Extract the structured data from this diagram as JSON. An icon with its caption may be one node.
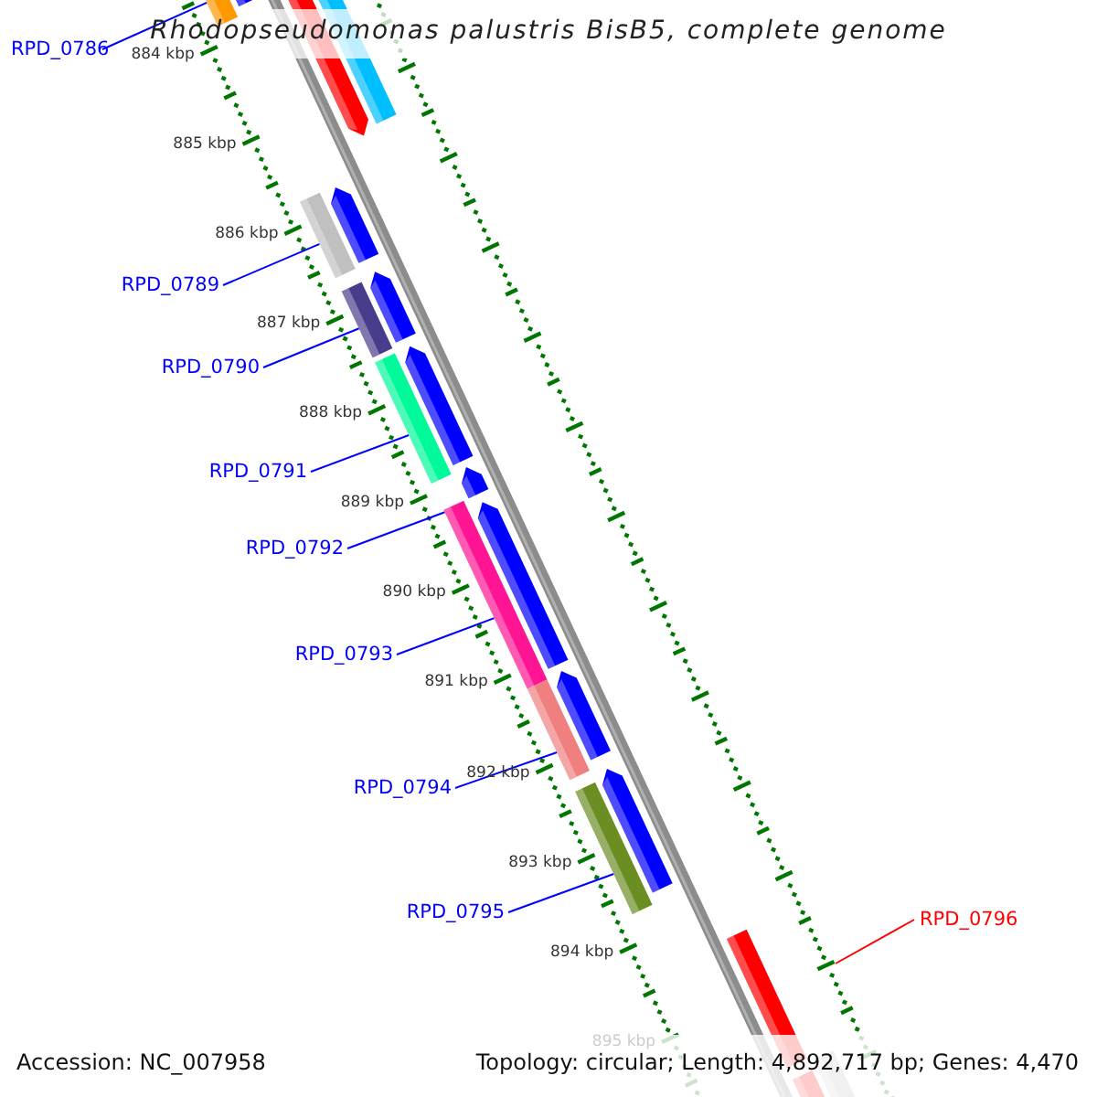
{
  "diagram": {
    "title": "Rhodopseudomonas palustris BisB5, complete genome",
    "nodes": [
      {
        "text": [
          "RPD_0786"
        ]
      },
      {
        "text": [],
        "shape": "bar"
      },
      {
        "text": [
          "RPD_0789"
        ]
      },
      {
        "text": [],
        "shape": "bar"
      },
      {
        "text": [
          "RPD_0790"
        ]
      },
      {
        "text": [],
        "shape": "bar"
      },
      {
        "text": [
          "RPD_0791"
        ]
      },
      {
        "text": [],
        "shape": "bar"
      },
      {
        "text": [
          "RPD_0792"
        ]
      },
      {
        "text": [
          "RPD_0793"
        ]
      },
      {
        "text": [],
        "shape": "bar"
      },
      {
        "text": [
          "RPD_0794"
        ]
      },
      {
        "text": [],
        "shape": "bar"
      },
      {
        "text": [
          "RPD_0795"
        ]
      },
      {
        "text": [],
        "shape": "bar"
      },
      {
        "text": [
          "RPD_0796"
        ]
      }
    ],
    "edges": [
      {
        "from": 0,
        "to": 1,
        "arrow": "none"
      },
      {
        "from": 2,
        "to": 3,
        "arrow": "none"
      },
      {
        "from": 4,
        "to": 5,
        "arrow": "none"
      },
      {
        "from": 6,
        "to": 7,
        "arrow": "none"
      },
      {
        "from": 8,
        "to": 10,
        "arrow": "none"
      },
      {
        "from": 9,
        "to": 10,
        "arrow": "none"
      },
      {
        "from": 11,
        "to": 12,
        "arrow": "none"
      },
      {
        "from": 13,
        "to": 14,
        "arrow": "none"
      },
      {
        "from": 15,
        "to": null,
        "arrow": "none",
        "color": "#ff0000"
      }
    ],
    "labels": [
      "884 kbp",
      "885 kbp",
      "886 kbp",
      "887 kbp",
      "888 kbp",
      "889 kbp",
      "890 kbp",
      "891 kbp",
      "892 kbp",
      "893 kbp",
      "894 kbp",
      "895 kbp",
      "Accession: NC_007958",
      "Topology: circular; Length: 4,892,717 bp; Genes: 4,470"
    ]
  }
}
